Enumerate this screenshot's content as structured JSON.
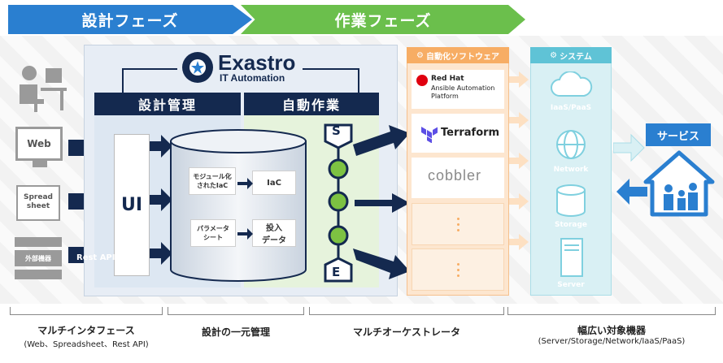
{
  "phases": {
    "design": "設計フェーズ",
    "work": "作業フェーズ"
  },
  "logo": {
    "name": "Exastro",
    "sub": "IT Automation"
  },
  "columns": {
    "design": "設計管理",
    "automation": "自動作業"
  },
  "inputs": {
    "web": "Web",
    "spread": "Spread\nsheet",
    "external": "外部機器",
    "restapi": "Rest API"
  },
  "ui_label": "UI",
  "db_cards": {
    "module": "モジュール化\nされたIaC",
    "iac": "IaC",
    "param": "パラメータ\nシート",
    "input_data": "投入\nデータ"
  },
  "flow": {
    "start": "S",
    "end": "E"
  },
  "automation_panel": {
    "title": "自動化ソフトウェア",
    "redhat_brand": "Red Hat",
    "redhat_product": "Ansible Automation\nPlatform",
    "terraform": "Terraform",
    "cobbler": "cobbler"
  },
  "system_panel": {
    "title": "システム",
    "items": [
      "IaaS/PaaS",
      "Network",
      "Storage",
      "Server"
    ]
  },
  "service": "サービス",
  "bottom": {
    "multi_interface": "マルチインタフェース",
    "multi_interface_sub": "(Web、Spreadsheet、Rest API)",
    "central": "設計の一元管理",
    "orchestrator": "マルチオーケストレータ",
    "wide_targets": "幅広い対象機器",
    "wide_targets_sub": "(Server/Storage/Network/IaaS/PaaS)"
  },
  "colors": {
    "navy": "#14294f",
    "blue": "#2a7fd0",
    "green": "#6bbf4c",
    "orange": "#f7ad64",
    "cyan": "#5fc3d6"
  }
}
